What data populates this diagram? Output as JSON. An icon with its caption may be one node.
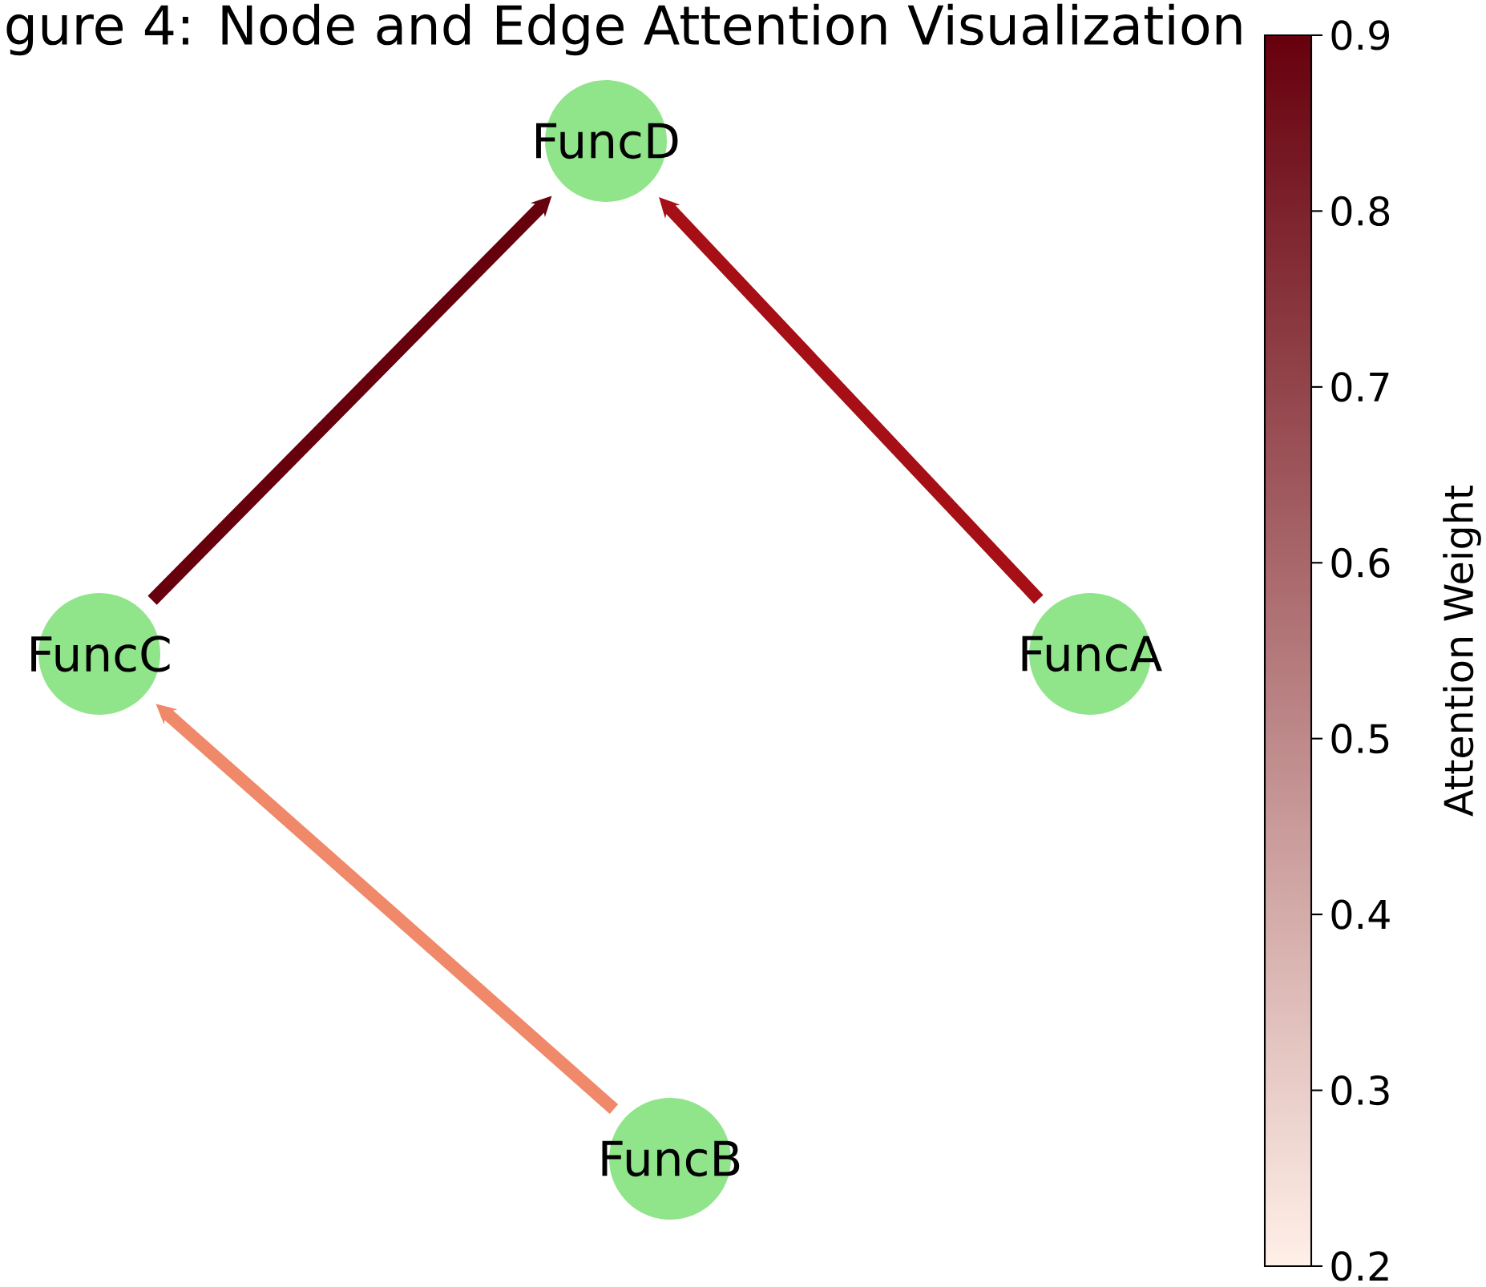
{
  "diagram": {
    "title": "gure 4: Node and Edge Attention Visualization",
    "nodes": [
      {
        "text": [
          "FuncD"
        ]
      },
      {
        "text": [
          "FuncC"
        ]
      },
      {
        "text": [
          "FuncA"
        ]
      },
      {
        "text": [
          "FuncB"
        ]
      }
    ],
    "edges": [
      {
        "from": 1,
        "to": 0,
        "arrow": "to",
        "color": "#67000d"
      },
      {
        "from": 2,
        "to": 0,
        "arrow": "to",
        "color": "#a50f15"
      },
      {
        "from": 3,
        "to": 1,
        "arrow": "to",
        "color": "#f0886a"
      }
    ],
    "labels": [
      "0.9",
      "0.8",
      "0.7",
      "0.6",
      "0.5",
      "0.4",
      "0.3",
      "0.2",
      "Attention Weight"
    ]
  }
}
